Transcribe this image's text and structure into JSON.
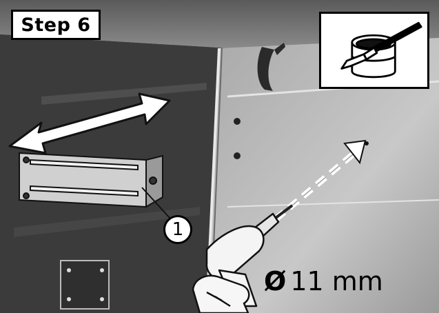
{
  "step": {
    "label": "Step 6"
  },
  "callout": {
    "number": "1"
  },
  "drill": {
    "diameter_symbol": "Ø",
    "diameter_value": "11 mm"
  },
  "icons": {
    "paint_pot": "paint-brush-pot-icon",
    "move_arrow": "double-headed-arrow-icon",
    "drill_path": "dashed-arrow-icon"
  },
  "colors": {
    "background_dark": "#1b1b1b",
    "panel_grey": "#8a8a8a",
    "label_bg": "#ffffff",
    "ink": "#000000"
  }
}
